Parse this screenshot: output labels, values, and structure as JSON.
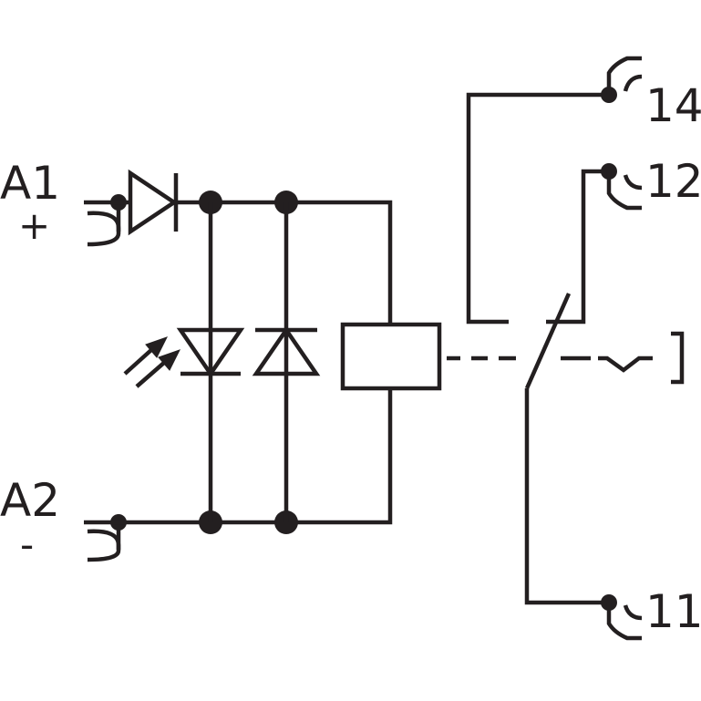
{
  "diagram": {
    "terminals": {
      "a1": {
        "label": "A1",
        "polarity": "+"
      },
      "a2": {
        "label": "A2",
        "polarity": "-"
      },
      "t14": {
        "label": "14"
      },
      "t12": {
        "label": "12"
      },
      "t11": {
        "label": "11"
      }
    },
    "colors": {
      "ink": "#231f20",
      "background": "#ffffff"
    }
  }
}
